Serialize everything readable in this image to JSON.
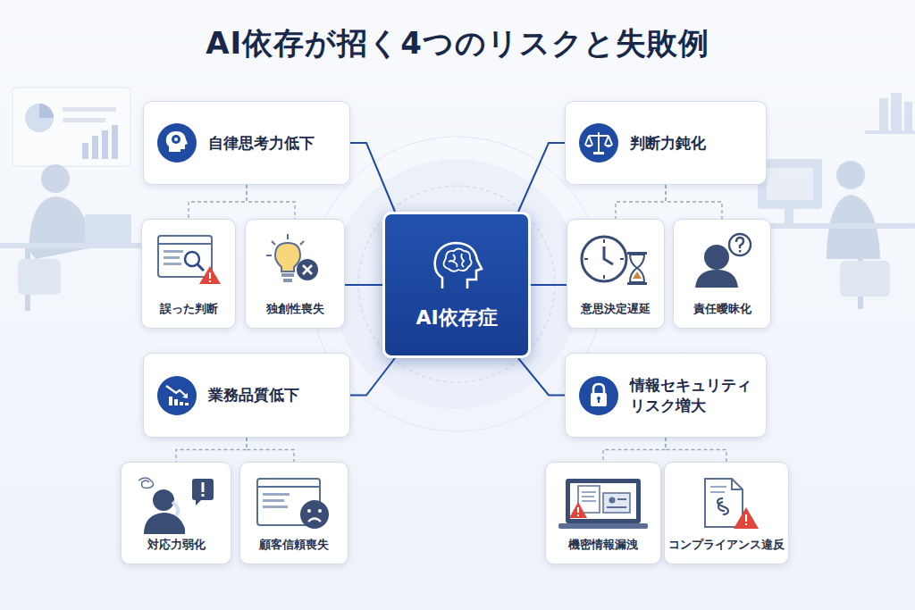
{
  "diagram": {
    "title": "AI依存が招く4つのリスクと失敗例",
    "nodes": [
      {
        "text": [
          "自律思考力低下"
        ]
      },
      {
        "text": [
          "判断力鈍化"
        ]
      },
      {
        "text": [
          "誤った判断"
        ]
      },
      {
        "text": [
          "独創性喪失"
        ]
      },
      {
        "text": [
          "AI依存症"
        ]
      },
      {
        "text": [
          "意思決定遅延"
        ]
      },
      {
        "text": [
          "責任曖昧化"
        ]
      },
      {
        "text": [
          "業務品質低下"
        ]
      },
      {
        "text": [
          "情報セキュリティ リスク増大"
        ]
      },
      {
        "text": [
          "対応力弱化"
        ]
      },
      {
        "text": [
          "顧客信頼喪失"
        ]
      },
      {
        "text": [
          "機密情報漏洩"
        ]
      },
      {
        "text": [
          "コンプライアンス違反"
        ]
      }
    ],
    "edges": [
      {
        "from": 4,
        "to": 0,
        "arrow": "none"
      },
      {
        "from": 4,
        "to": 1,
        "arrow": "none"
      },
      {
        "from": 4,
        "to": 7,
        "arrow": "none"
      },
      {
        "from": 4,
        "to": 8,
        "arrow": "none"
      },
      {
        "from": 0,
        "to": 2,
        "arrow": "none"
      },
      {
        "from": 0,
        "to": 3,
        "arrow": "none"
      },
      {
        "from": 1,
        "to": 5,
        "arrow": "none"
      },
      {
        "from": 1,
        "to": 6,
        "arrow": "none"
      },
      {
        "from": 7,
        "to": 9,
        "arrow": "none"
      },
      {
        "from": 7,
        "to": 10,
        "arrow": "none"
      },
      {
        "from": 8,
        "to": 11,
        "arrow": "none"
      },
      {
        "from": 8,
        "to": 12,
        "arrow": "none"
      },
      {
        "from": 4,
        "to": 3,
        "arrow": "none"
      },
      {
        "from": 4,
        "to": 5,
        "arrow": "none"
      }
    ]
  }
}
